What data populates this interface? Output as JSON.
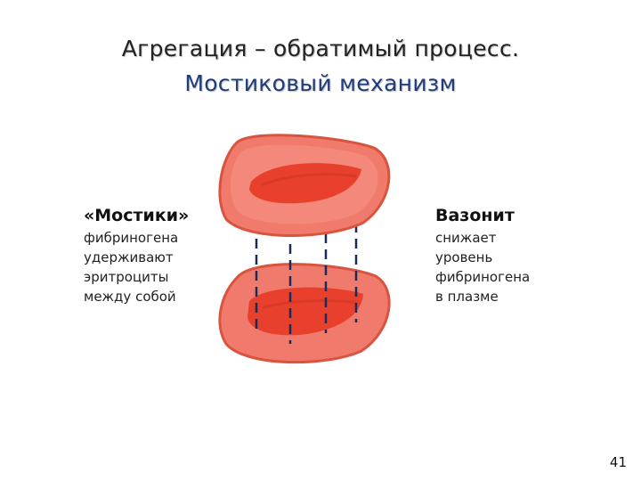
{
  "slide": {
    "title_line1": "Агрегация – обратимый процесс.",
    "title_line2": "Мостиковый механизм",
    "left": {
      "heading": "«Мостики»",
      "lines": [
        "фибриногена",
        "удерживают",
        "эритроциты",
        "между собой"
      ]
    },
    "right": {
      "heading": "Вазонит",
      "lines": [
        "снижает",
        "уровень",
        "фибриногена",
        "в плазме"
      ]
    },
    "page_number": "41"
  },
  "illustration": {
    "icon": "red-blood-cells-bridging-icon",
    "colors": {
      "cell_outer": "#f07b6c",
      "cell_rim": "#d9543f",
      "cell_inner": "#e8402c",
      "bridge": "#1b2a57"
    }
  }
}
